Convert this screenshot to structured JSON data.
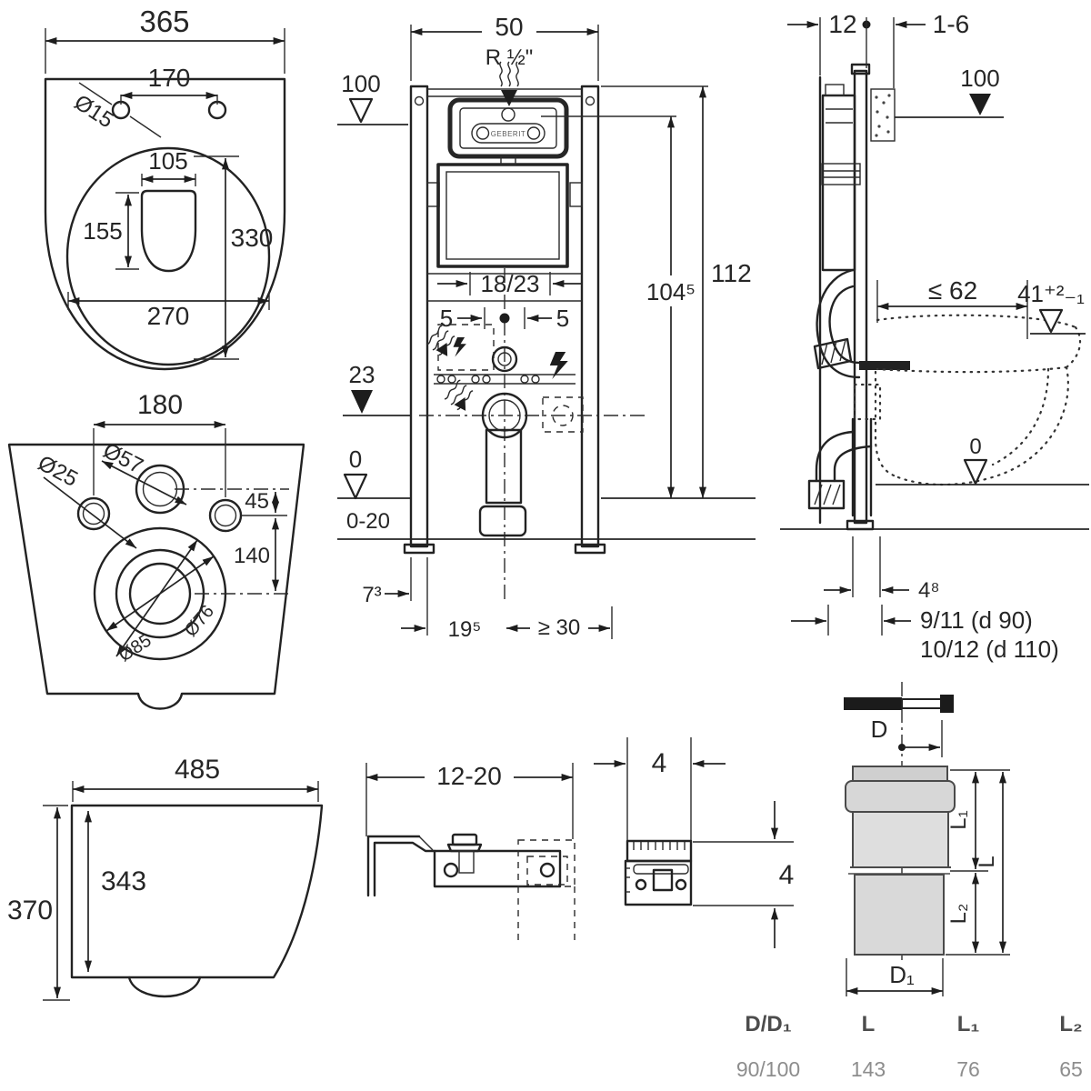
{
  "sheet": {
    "background": "#ffffff",
    "line_color": "#222222",
    "pipe_fill": "#d9d9d9",
    "table_header_color": "#4c4c4c",
    "table_value_color": "#8d8d8d"
  },
  "pan_top": {
    "width": "365",
    "hole_spacing": "170",
    "hole_diameter": "Ø15",
    "seat_width": "105",
    "seat_depth": "155",
    "bowl_length": "330",
    "bowl_width": "270"
  },
  "pan_bottom": {
    "hole_spacing": "180",
    "fix_hole_diameter": "Ø25",
    "inlet_diameter": "Ø57",
    "inlet_offset": "45",
    "outlet_offset": "140",
    "outlet_outer_diameter": "Ø85",
    "outlet_inner_diameter": "Ø76"
  },
  "pan_side": {
    "depth": "485",
    "inner_height": "343",
    "height": "370"
  },
  "frame_front": {
    "top_width": "50",
    "water_supply": "R ½\"",
    "supply_height": "100",
    "frame_height": "112",
    "cistern_height": "104⁵",
    "flush_span": "18/23",
    "offset_left": "5",
    "offset_right": "5",
    "outlet_height": "23",
    "floor_level": "0",
    "floor_range": "0-20",
    "rail_depth": "7³",
    "outlet_offset": "19⁵",
    "clearance": "≥ 30",
    "brand": "GEBERIT"
  },
  "frame_side": {
    "frame_depth": "12",
    "wall_gap": "1-6",
    "supply_height": "100",
    "max_depth": "≤ 62",
    "rim_height": "41⁺²₋₁",
    "floor_level": "0",
    "pipe_offset": "4⁸",
    "outlet_option_1": "9/11  (d 90)",
    "outlet_option_2": "10/12 (d 110)"
  },
  "bracket": {
    "range": "12-20"
  },
  "bracket_end": {
    "width": "4",
    "height": "4"
  },
  "pipe": {
    "diameter": "D",
    "diameter_bottom": "D₁",
    "length_total": "L",
    "length_top": "L₁",
    "length_bottom": "L₂"
  },
  "table": {
    "headers": [
      "D/D₁",
      "L",
      "L₁",
      "L₂"
    ],
    "values": [
      "90/100",
      "143",
      "76",
      "65"
    ]
  }
}
